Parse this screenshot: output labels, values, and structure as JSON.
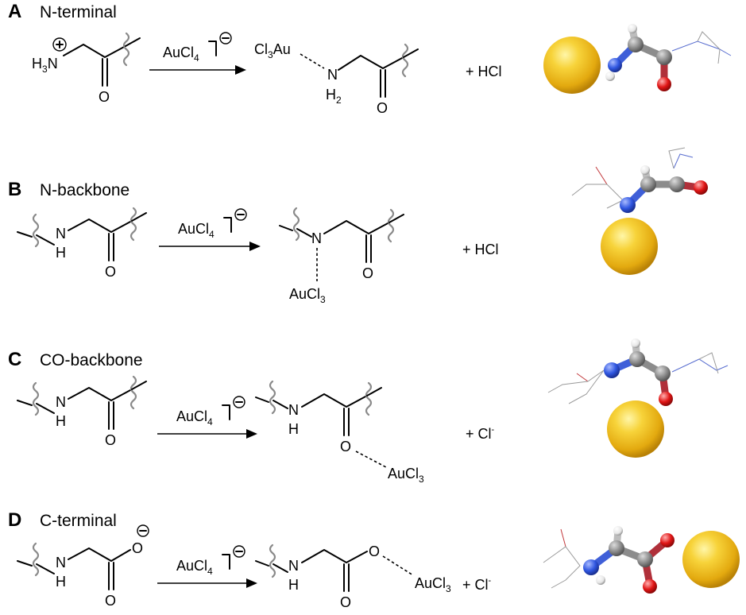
{
  "panels": [
    {
      "letter": "A",
      "title": "N-terminal",
      "reagent": {
        "base": "AuCl",
        "sub": "4"
      },
      "reactant": {
        "amine_base": "H",
        "amine_sub": "3",
        "amine_atom": "N",
        "carbonyl_o": "O"
      },
      "product": {
        "au_group": "Cl",
        "au_sub": "3",
        "au_tail": "Au",
        "n_atom": "N",
        "n_h": "H",
        "n_h_sub": "2",
        "carbonyl_o": "O"
      },
      "byproduct": "+ HCl"
    },
    {
      "letter": "B",
      "title": "N-backbone",
      "reagent": {
        "base": "AuCl",
        "sub": "4"
      },
      "reactant": {
        "n_atom": "N",
        "n_h": "H",
        "carbonyl_o": "O"
      },
      "product": {
        "n_atom": "N",
        "au_base": "AuCl",
        "au_sub": "3",
        "carbonyl_o": "O"
      },
      "byproduct": "+ HCl"
    },
    {
      "letter": "C",
      "title": "CO-backbone",
      "reagent": {
        "base": "AuCl",
        "sub": "4"
      },
      "reactant": {
        "n_atom": "N",
        "n_h": "H",
        "carbonyl_o": "O"
      },
      "product": {
        "n_atom": "N",
        "n_h": "H",
        "carbonyl_o": "O",
        "au_base": "AuCl",
        "au_sub": "3"
      },
      "byproduct": {
        "base": "+  Cl",
        "sup": "-"
      }
    },
    {
      "letter": "D",
      "title": "C-terminal",
      "reagent": {
        "base": "AuCl",
        "sub": "4"
      },
      "reactant": {
        "n_atom": "N",
        "n_h": "H",
        "o_single": "O",
        "o_double": "O"
      },
      "product": {
        "n_atom": "N",
        "n_h": "H",
        "o_single": "O",
        "o_double": "O",
        "au_base": "AuCl",
        "au_sub": "3"
      },
      "byproduct": {
        "base": "+  Cl",
        "sup": "-"
      }
    }
  ],
  "colors": {
    "gold": "#f2c21b",
    "carbon": "#8c8c8c",
    "nitrogen": "#2f56e0",
    "oxygen": "#e01515",
    "hydrogen": "#f2f2f2"
  }
}
